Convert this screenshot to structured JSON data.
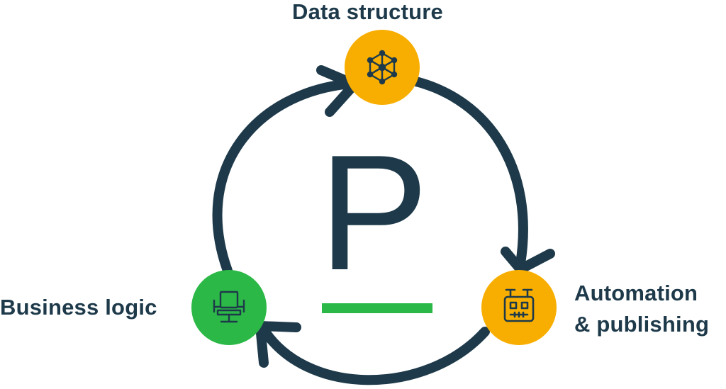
{
  "center": {
    "letter": "P"
  },
  "nodes": [
    {
      "id": "data-structure",
      "label": "Data structure",
      "icon": "network-icon",
      "color": "#f7ae00"
    },
    {
      "id": "automation",
      "label_line1": "Automation",
      "label_line2": "& publishing",
      "icon": "robot-icon",
      "color": "#f7ae00"
    },
    {
      "id": "business-logic",
      "label": "Business logic",
      "icon": "office-chair-icon",
      "color": "#2cb847"
    }
  ],
  "colors": {
    "arrow": "#1e3a4a",
    "text": "#1e3a4a",
    "accent_bar": "#2cb847",
    "orange": "#f7ae00",
    "green": "#2cb847"
  }
}
